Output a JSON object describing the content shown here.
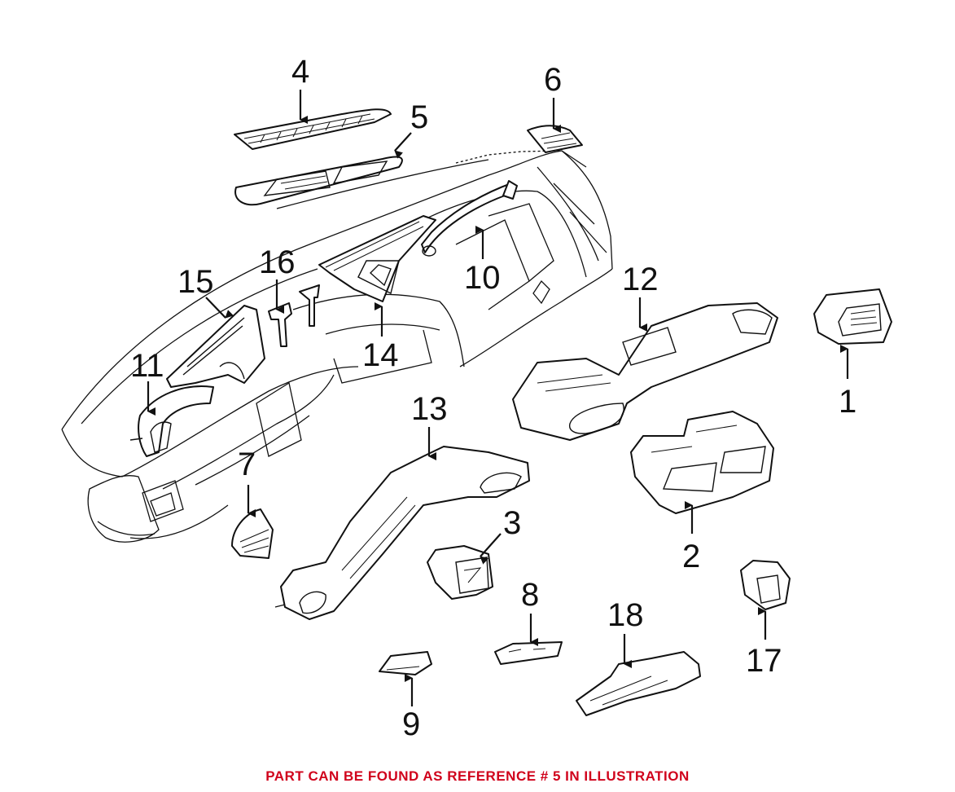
{
  "diagram": {
    "callouts": [
      "1",
      "2",
      "3",
      "4",
      "5",
      "6",
      "7",
      "8",
      "9",
      "10",
      "11",
      "12",
      "13",
      "14",
      "15",
      "16",
      "17",
      "18"
    ]
  },
  "footer": {
    "note": "PART CAN BE FOUND AS REFERENCE # 5 IN ILLUSTRATION",
    "color": "#d0021b"
  }
}
